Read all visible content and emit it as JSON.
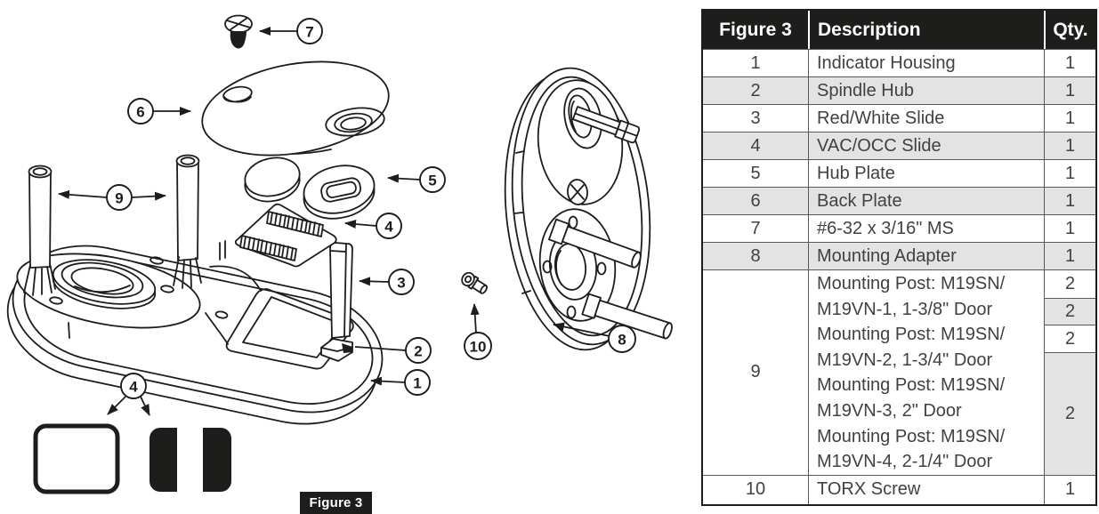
{
  "diagram": {
    "figure_label": "Figure 3",
    "callouts": [
      "1",
      "2",
      "3",
      "4",
      "5",
      "6",
      "7",
      "8",
      "9",
      "10"
    ]
  },
  "table": {
    "header": {
      "figure": "Figure 3",
      "description": "Description",
      "qty": "Qty."
    },
    "rows": [
      {
        "fig": "1",
        "desc": "Indicator Housing",
        "qty": "1"
      },
      {
        "fig": "2",
        "desc": "Spindle Hub",
        "qty": "1"
      },
      {
        "fig": "3",
        "desc": "Red/White Slide",
        "qty": "1"
      },
      {
        "fig": "4",
        "desc": "VAC/OCC Slide",
        "qty": "1"
      },
      {
        "fig": "5",
        "desc": "Hub Plate",
        "qty": "1"
      },
      {
        "fig": "6",
        "desc": "Back Plate",
        "qty": "1"
      },
      {
        "fig": "7",
        "desc": "#6-32 x 3/16\" MS",
        "qty": "1"
      },
      {
        "fig": "8",
        "desc": "Mounting Adapter",
        "qty": "1"
      }
    ],
    "row9": {
      "fig": "9",
      "desc_lines": [
        "Mounting Post: M19SN/",
        "M19VN-1, 1-3/8\" Door",
        "Mounting Post: M19SN/",
        "M19VN-2, 1-3/4\" Door",
        "Mounting Post: M19SN/",
        "M19VN-3, 2\" Door",
        "Mounting Post: M19SN/",
        "M19VN-4, 2-1/4\" Door"
      ],
      "qtys": [
        "2",
        "2",
        "2",
        "2"
      ]
    },
    "row10": {
      "fig": "10",
      "desc": "TORX Screw",
      "qty": "1"
    }
  },
  "colors": {
    "header_bg": "#1d1d1b",
    "row_alt": "#e3e3e3",
    "line_art": "#1d1d1b",
    "table_text": "#414042"
  }
}
